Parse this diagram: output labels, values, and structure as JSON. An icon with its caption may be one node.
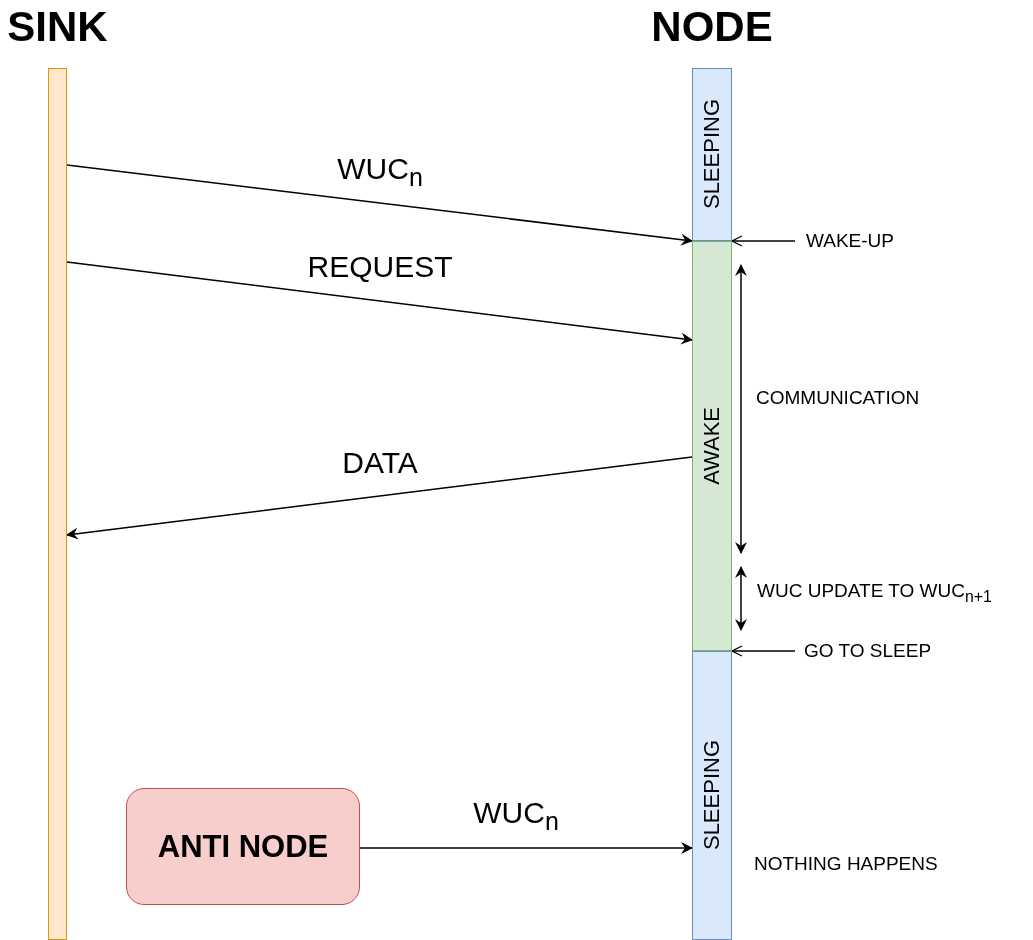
{
  "diagram": {
    "nodes": [
      {
        "text": [
          "SINK"
        ]
      },
      {
        "text": [
          "NODE"
        ]
      },
      {
        "text": [
          "SLEEPING"
        ],
        "in": 1
      },
      {
        "text": [
          "AWAKE"
        ],
        "in": 1
      },
      {
        "text": [
          "SLEEPING"
        ],
        "in": 1
      },
      {
        "text": [
          "ANTI NODE"
        ]
      },
      {
        "text": [
          "WAKE-UP"
        ]
      },
      {
        "text": [
          "GO TO SLEEP"
        ]
      }
    ],
    "edges": [
      {
        "from": 0,
        "to": 2,
        "arrow": "to",
        "label": "WUC$_{n}$"
      },
      {
        "from": 0,
        "to": 3,
        "arrow": "to",
        "label": "REQUEST"
      },
      {
        "from": 3,
        "to": 0,
        "arrow": "to",
        "label": "DATA"
      },
      {
        "from": 5,
        "to": 4,
        "arrow": "to",
        "label": "WUC$_{n}$"
      },
      {
        "from": 6,
        "to": 3,
        "arrow": "to"
      },
      {
        "from": 7,
        "to": 4,
        "arrow": "to"
      }
    ],
    "labels": [
      "COMMUNICATION",
      "WUC UPDATE TO WUC$_{n+1}$",
      "NOTHING HAPPENS"
    ]
  }
}
